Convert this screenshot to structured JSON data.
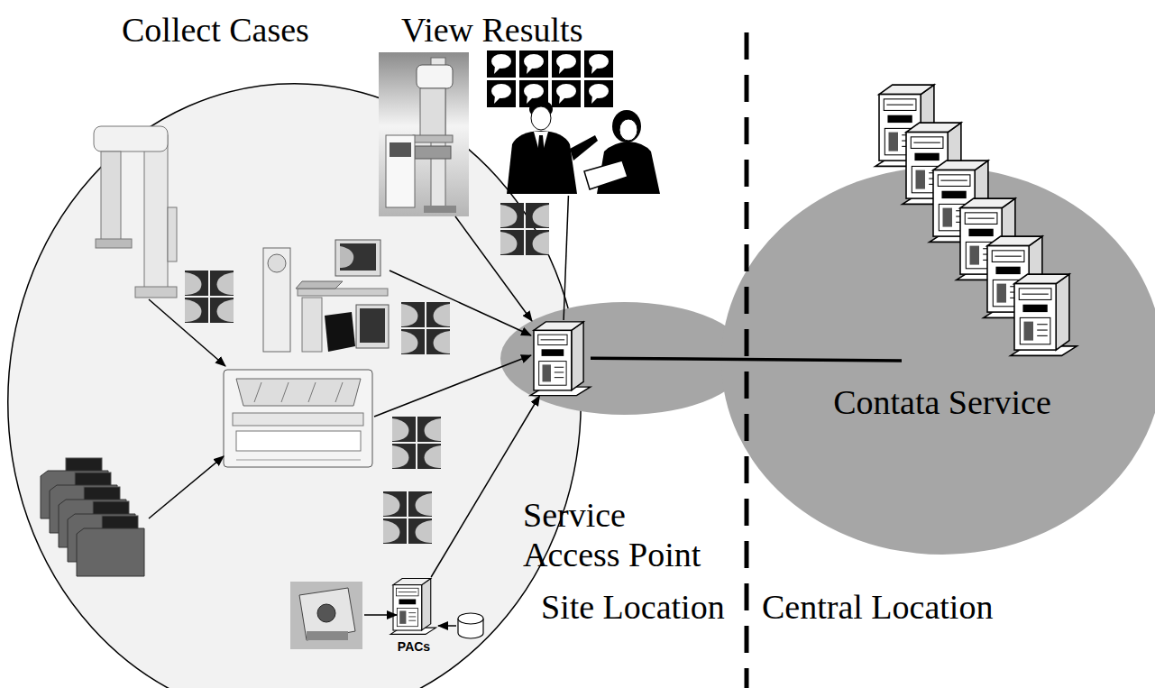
{
  "diagram": {
    "nodes": [
      {
        "text": [
          "Collect Cases"
        ]
      },
      {
        "text": [
          "PACs"
        ],
        "in": 0
      },
      {
        "text": [
          "View Results"
        ]
      },
      {
        "text": [
          "Service Access Point"
        ]
      },
      {
        "text": [
          "Contata Service"
        ]
      }
    ],
    "edges": [
      {
        "from": 1,
        "to": 3,
        "arrow": "to"
      },
      {
        "from": 2,
        "to": 3,
        "arrow": "none"
      },
      {
        "from": 3,
        "to": 4,
        "arrow": "none"
      }
    ],
    "labels": [
      "Site Location",
      "Central Location"
    ]
  }
}
